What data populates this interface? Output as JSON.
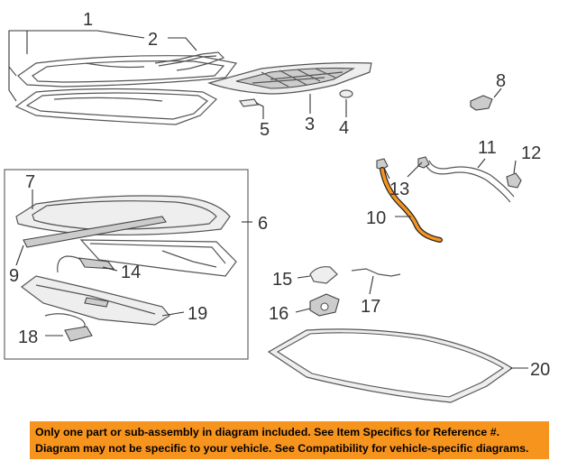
{
  "colors": {
    "highlight": "#f7941d",
    "banner_background": "#f7941d",
    "line": "#555555",
    "text": "#333333"
  },
  "callouts": {
    "c1": "1",
    "c2": "2",
    "c3": "3",
    "c4": "4",
    "c5": "5",
    "c6": "6",
    "c7": "7",
    "c8": "8",
    "c9": "9",
    "c10": "10",
    "c11": "11",
    "c12": "12",
    "c13": "13",
    "c14": "14",
    "c15": "15",
    "c16": "16",
    "c17": "17",
    "c18": "18",
    "c19": "19",
    "c20": "20"
  },
  "highlighted_part": "10",
  "disclaimer": {
    "line1": "Only one part or sub-assembly in diagram included. See Item Specifics for Reference #.",
    "line2": "Diagram may not be specific to your vehicle. See Compatibility for vehicle-specific diagrams."
  }
}
